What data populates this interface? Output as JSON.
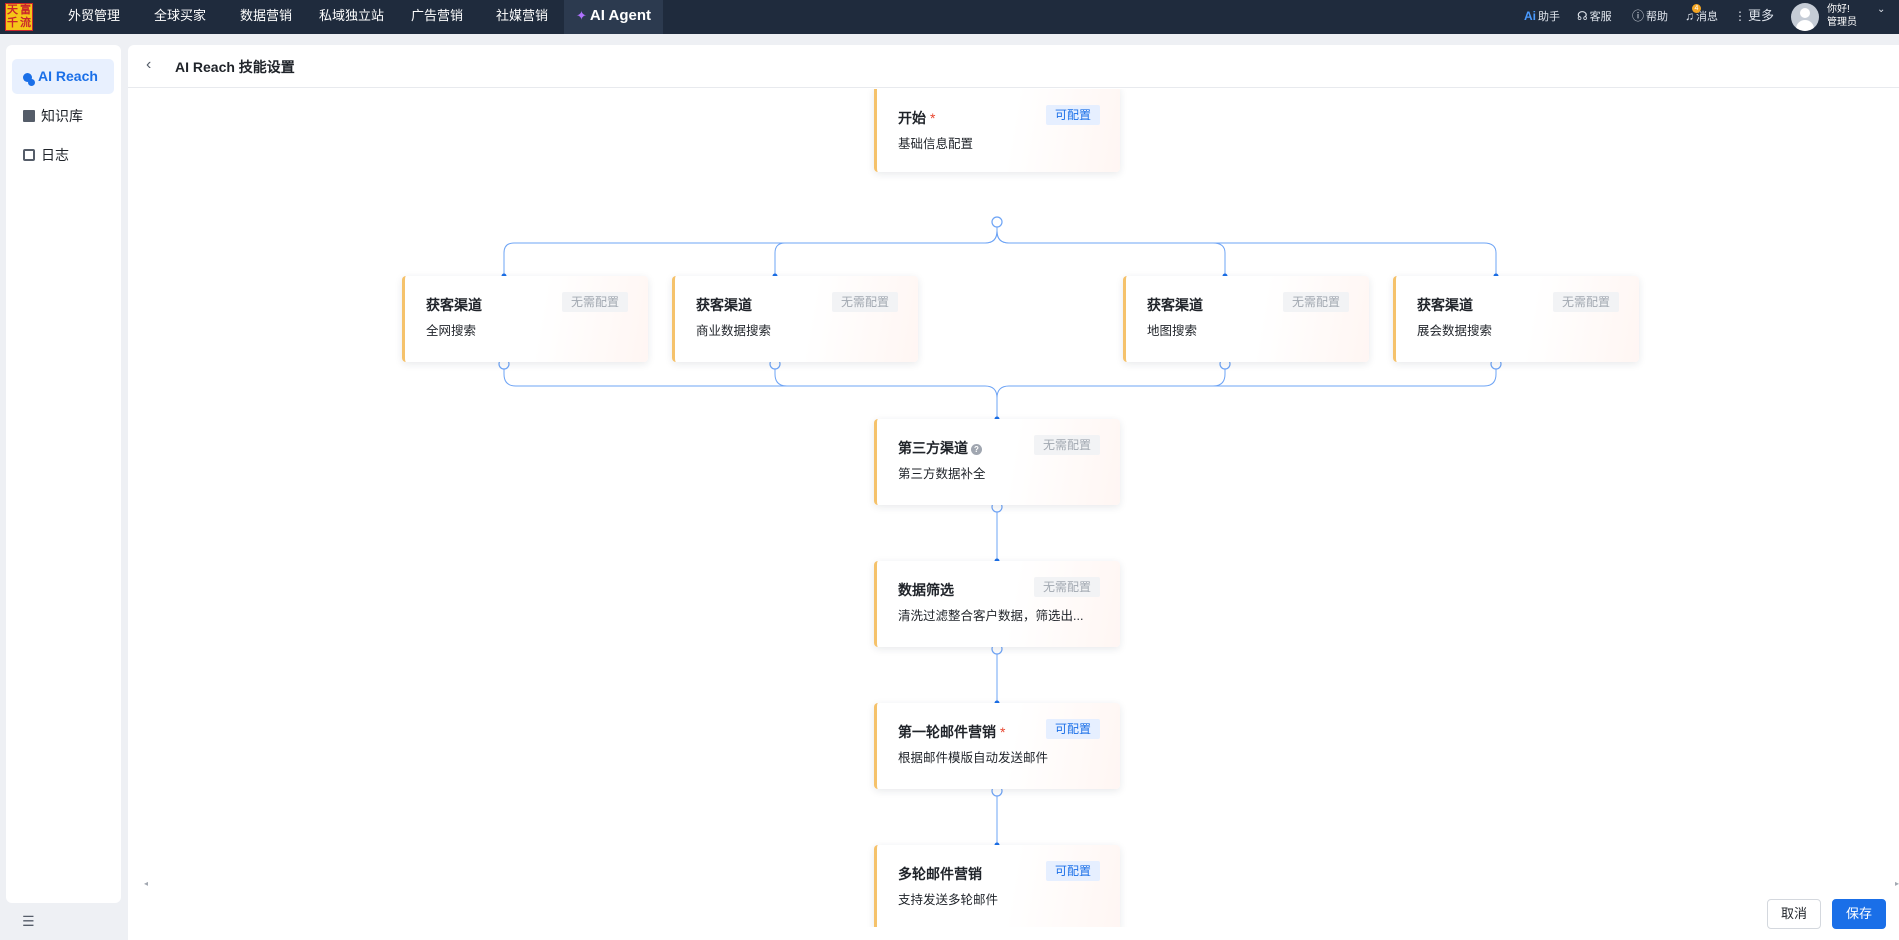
{
  "brand": {
    "logo_chars": [
      "天",
      "富",
      "千",
      "流"
    ]
  },
  "nav": {
    "items": [
      "外贸管理",
      "全球买家",
      "数据营销",
      "私域独立站",
      "广告营销",
      "社媒营销"
    ],
    "active": "AI Agent"
  },
  "toolbar": {
    "assistant": "助手",
    "service": "客服",
    "help": "帮助",
    "messages": "消息",
    "messages_badge": "4",
    "more": "更多",
    "greeting": "你好!",
    "role": "管理员"
  },
  "sidebar": {
    "items": [
      {
        "label": "AI Reach",
        "icon": "user-icon",
        "active": true
      },
      {
        "label": "知识库",
        "icon": "book-icon",
        "active": false
      },
      {
        "label": "日志",
        "icon": "document-icon",
        "active": false
      }
    ]
  },
  "header": {
    "title": "AI Reach 技能设置"
  },
  "flow": {
    "start": {
      "title": "开始",
      "required": "*",
      "tag": "可配置",
      "desc": "基础信息配置"
    },
    "channels": [
      {
        "title": "获客渠道",
        "tag": "无需配置",
        "desc": "全网搜索"
      },
      {
        "title": "获客渠道",
        "tag": "无需配置",
        "desc": "商业数据搜索"
      },
      {
        "title": "获客渠道",
        "tag": "无需配置",
        "desc": "地图搜索"
      },
      {
        "title": "获客渠道",
        "tag": "无需配置",
        "desc": "展会数据搜索"
      }
    ],
    "third_party": {
      "title": "第三方渠道",
      "help": "?",
      "tag": "无需配置",
      "desc": "第三方数据补全"
    },
    "filter": {
      "title": "数据筛选",
      "tag": "无需配置",
      "desc": "清洗过滤整合客户数据，筛选出..."
    },
    "first_email": {
      "title": "第一轮邮件营销",
      "required": "*",
      "tag": "可配置",
      "desc": "根据邮件模版自动发送邮件"
    },
    "multi_email": {
      "title": "多轮邮件营销",
      "tag": "可配置",
      "desc": "支持发送多轮邮件"
    }
  },
  "footer": {
    "cancel": "取消",
    "save": "保存"
  },
  "colors": {
    "accent": "#1a6fe8",
    "node_border": "#f5c26b",
    "topbar": "#1f2b3d",
    "required": "#e8452e"
  }
}
